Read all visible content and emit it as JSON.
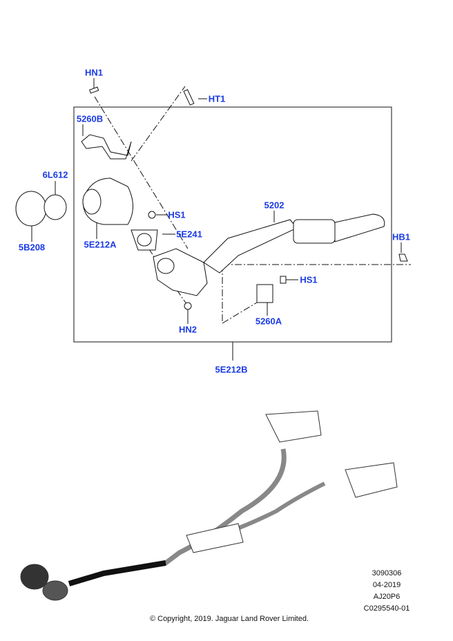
{
  "callouts": [
    {
      "id": "HN1",
      "text": "HN1"
    },
    {
      "id": "HT1",
      "text": "HT1"
    },
    {
      "id": "5260B",
      "text": "5260B"
    },
    {
      "id": "6L612",
      "text": "6L612"
    },
    {
      "id": "HS1",
      "text": "HS1"
    },
    {
      "id": "5E241",
      "text": "5E241"
    },
    {
      "id": "5B208",
      "text": "5B208"
    },
    {
      "id": "5E212A",
      "text": "5E212A"
    },
    {
      "id": "5202",
      "text": "5202"
    },
    {
      "id": "HB1",
      "text": "HB1"
    },
    {
      "id": "HS1b",
      "text": "HS1"
    },
    {
      "id": "5260A",
      "text": "5260A"
    },
    {
      "id": "HN2",
      "text": "HN2"
    },
    {
      "id": "5E212B",
      "text": "5E212B"
    }
  ],
  "info": {
    "illustration_number": "3090306",
    "date": "04-2019",
    "model": "AJ20P6",
    "catalog_code": "C0295540-01",
    "copyright": "© Copyright, 2019. Jaguar Land Rover Limited."
  },
  "colors": {
    "callout": "#1a3ae6",
    "line": "#111111"
  }
}
